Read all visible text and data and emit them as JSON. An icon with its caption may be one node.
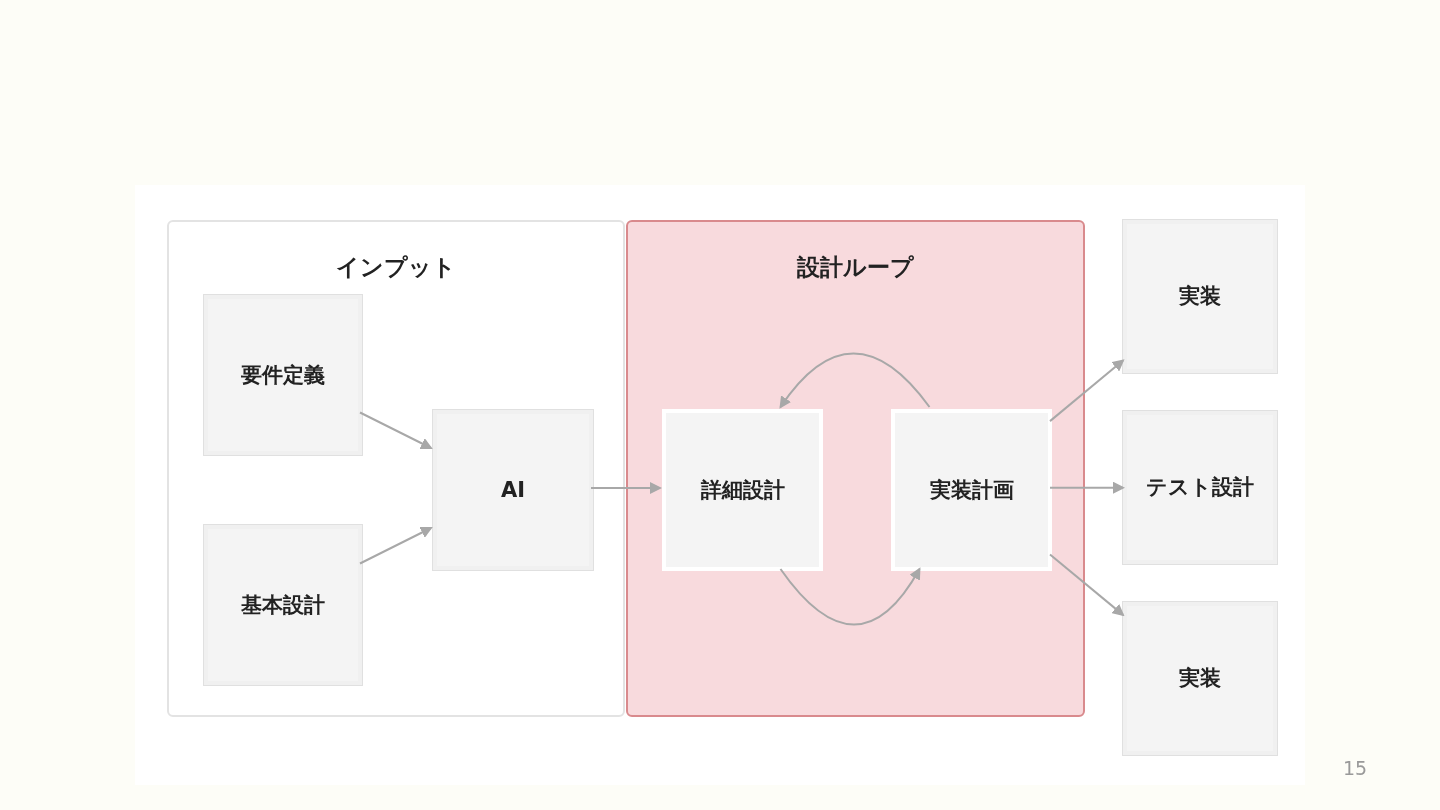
{
  "diagram": {
    "nodes": [
      {
        "text": [
          "インプット"
        ]
      },
      {
        "text": [
          "要件定義"
        ],
        "in": 0
      },
      {
        "text": [
          "基本設計"
        ],
        "in": 0
      },
      {
        "text": [
          "AI"
        ],
        "in": 0
      },
      {
        "text": [
          "設計ループ"
        ]
      },
      {
        "text": [
          "詳細設計"
        ],
        "in": 4
      },
      {
        "text": [
          "実装計画"
        ],
        "in": 4
      },
      {
        "text": [
          "実装"
        ]
      },
      {
        "text": [
          "テスト設計"
        ]
      },
      {
        "text": [
          "実装"
        ]
      }
    ],
    "edges": [
      {
        "from": 1,
        "to": 3,
        "arrow": "to"
      },
      {
        "from": 2,
        "to": 3,
        "arrow": "to"
      },
      {
        "from": 3,
        "to": 5,
        "arrow": "to"
      },
      {
        "from": 6,
        "to": 5,
        "arrow": "to"
      },
      {
        "from": 5,
        "to": 6,
        "arrow": "to"
      },
      {
        "from": 6,
        "to": 7,
        "arrow": "to"
      },
      {
        "from": 6,
        "to": 8,
        "arrow": "to"
      },
      {
        "from": 6,
        "to": 9,
        "arrow": "to"
      }
    ],
    "labels": [
      "15"
    ]
  }
}
